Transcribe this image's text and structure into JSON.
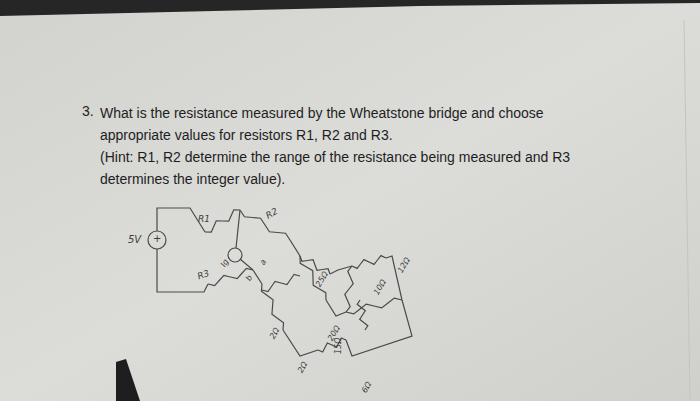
{
  "diagram": {
    "labels": [
      "3.",
      "What is the resistance measured by the Wheatstone bridge and choose appropriate values for resistors R1, R2 and R3.",
      "(Hint: R1, R2 determine the range of the resistance being measured and R3 determines the integer value).",
      "5V",
      "+",
      "R1",
      "R2",
      "R3",
      "Ig",
      "b",
      "a",
      "25Ω",
      "2Ω",
      "2Ω",
      "20Ω",
      "10Ω",
      "15Ω",
      "12Ω",
      "6Ω"
    ]
  }
}
